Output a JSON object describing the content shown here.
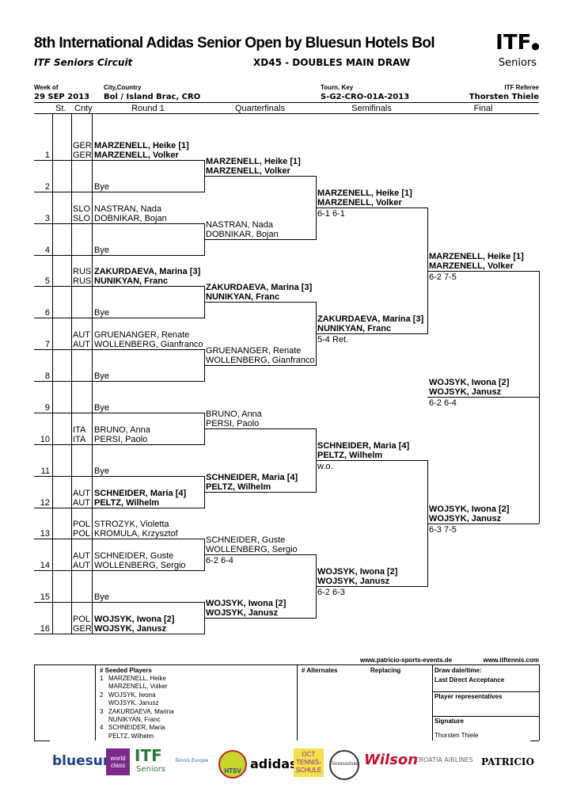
{
  "header": {
    "title": "8th International Adidas Senior Open by Bluesun Hotels Bol",
    "circuit": "ITF Seniors Circuit",
    "event": "XD45 - DOUBLES MAIN DRAW",
    "logo_text": "ITF Seniors"
  },
  "info": {
    "week_label": "Week of",
    "week": "29 SEP 2013",
    "city_label": "City,Country",
    "city": "Bol / Island Brac, CRO",
    "key_label": "Tourn. Key",
    "key": "S-G2-CRO-01A-2013",
    "referee_label": "ITF Referee",
    "referee": "Thorsten Thiele"
  },
  "columns": {
    "st": "St.",
    "cnty": "Cnty",
    "r1": "Round 1",
    "qf": "Quarterfinals",
    "sf": "Semifinals",
    "final": "Final"
  },
  "round1": [
    {
      "n": "1",
      "c1": "GER",
      "c2": "GER",
      "l1": "MARZENELL, Heike [1]",
      "l2": "MARZENELL, Volker",
      "bold": true
    },
    {
      "n": "2",
      "c1": "",
      "c2": "",
      "l1": "",
      "l2": "Bye",
      "bold": false
    },
    {
      "n": "3",
      "c1": "SLO",
      "c2": "SLO",
      "l1": "NASTRAN, Nada",
      "l2": "DOBNIKAR, Bojan",
      "bold": false
    },
    {
      "n": "4",
      "c1": "",
      "c2": "",
      "l1": "",
      "l2": "Bye",
      "bold": false
    },
    {
      "n": "5",
      "c1": "RUS",
      "c2": "RUS",
      "l1": "ZAKURDAEVA, Marina [3]",
      "l2": "NUNIKYAN, Franc",
      "bold": true
    },
    {
      "n": "6",
      "c1": "",
      "c2": "",
      "l1": "",
      "l2": "Bye",
      "bold": false
    },
    {
      "n": "7",
      "c1": "AUT",
      "c2": "AUT",
      "l1": "GRUENANGER, Renate",
      "l2": "WOLLENBERG, Gianfranco",
      "bold": false
    },
    {
      "n": "8",
      "c1": "",
      "c2": "",
      "l1": "",
      "l2": "Bye",
      "bold": false
    },
    {
      "n": "9",
      "c1": "",
      "c2": "",
      "l1": "",
      "l2": "Bye",
      "bold": false
    },
    {
      "n": "10",
      "c1": "ITA",
      "c2": "ITA",
      "l1": "BRUNO, Anna",
      "l2": "PERSI, Paolo",
      "bold": false
    },
    {
      "n": "11",
      "c1": "",
      "c2": "",
      "l1": "",
      "l2": "Bye",
      "bold": false
    },
    {
      "n": "12",
      "c1": "AUT",
      "c2": "AUT",
      "l1": "SCHNEIDER, Maria [4]",
      "l2": "PELTZ, Wilhelm",
      "bold": true
    },
    {
      "n": "13",
      "c1": "POL",
      "c2": "POL",
      "l1": "STROZYK, Violetta",
      "l2": "KROMULA, Krzysztof",
      "bold": false
    },
    {
      "n": "14",
      "c1": "AUT",
      "c2": "AUT",
      "l1": "SCHNEIDER, Guste",
      "l2": "WOLLENBERG, Sergio",
      "bold": false
    },
    {
      "n": "15",
      "c1": "",
      "c2": "",
      "l1": "",
      "l2": "Bye",
      "bold": false
    },
    {
      "n": "16",
      "c1": "POL",
      "c2": "GER",
      "l1": "WOJSYK, Iwona [2]",
      "l2": "WOJSYK, Janusz",
      "bold": true
    }
  ],
  "rounds": [
    [
      {
        "l1": "MARZENELL, Heike [1]",
        "l2": "MARZENELL, Volker",
        "bold": true,
        "score": ""
      },
      {
        "l1": "NASTRAN, Nada",
        "l2": "DOBNIKAR, Bojan",
        "bold": false,
        "score": ""
      },
      {
        "l1": "ZAKURDAEVA, Marina [3]",
        "l2": "NUNIKYAN, Franc",
        "bold": true,
        "score": ""
      },
      {
        "l1": "GRUENANGER, Renate",
        "l2": "WOLLENBERG, Gianfranco",
        "bold": false,
        "score": ""
      },
      {
        "l1": "BRUNO, Anna",
        "l2": "PERSI, Paolo",
        "bold": false,
        "score": ""
      },
      {
        "l1": "SCHNEIDER, Maria [4]",
        "l2": "PELTZ, Wilhelm",
        "bold": true,
        "score": ""
      },
      {
        "l1": "SCHNEIDER, Guste",
        "l2": "WOLLENBERG, Sergio",
        "bold": false,
        "score": "6-2 6-4"
      },
      {
        "l1": "WOJSYK, Iwona [2]",
        "l2": "WOJSYK, Janusz",
        "bold": true,
        "score": ""
      }
    ],
    [
      {
        "l1": "MARZENELL, Heike [1]",
        "l2": "MARZENELL, Volker",
        "bold": true,
        "score": "6-1 6-1"
      },
      {
        "l1": "ZAKURDAEVA, Marina [3]",
        "l2": "NUNIKYAN, Franc",
        "bold": true,
        "score": "5-4 Ret."
      },
      {
        "l1": "SCHNEIDER, Maria [4]",
        "l2": "PELTZ, Wilhelm",
        "bold": true,
        "score": "w.o."
      },
      {
        "l1": "WOJSYK, Iwona [2]",
        "l2": "WOJSYK, Janusz",
        "bold": true,
        "score": "6-2 6-3"
      }
    ],
    [
      {
        "l1": "MARZENELL, Heike [1]",
        "l2": "MARZENELL, Volker",
        "bold": true,
        "score": "6-2 7-5"
      },
      {
        "l1": "WOJSYK, Iwona [2]",
        "l2": "WOJSYK, Janusz",
        "bold": true,
        "score": "6-3 7-5"
      }
    ],
    [
      {
        "l1": "WOJSYK, Iwona [2]",
        "l2": "WOJSYK, Janusz",
        "bold": true,
        "score": "6-2 6-4"
      }
    ]
  ],
  "footer": {
    "url1": "www.patricio-sports-events.de",
    "url2": "www.itftennis.com",
    "seeded_hdr": "#  Seeded Players",
    "seeded": [
      {
        "n": "1",
        "p": "MARZENELL, Heike"
      },
      {
        "n": "",
        "p": "MARZENELL, Volker"
      },
      {
        "n": "2",
        "p": "WOJSYK, Iwona"
      },
      {
        "n": "",
        "p": "WOJSYK, Janusz"
      },
      {
        "n": "3",
        "p": "ZAKURDAEVA, Marina"
      },
      {
        "n": "",
        "p": "NUNIKYAN, Franc"
      },
      {
        "n": "4",
        "p": "SCHNEIDER, Maria"
      },
      {
        "n": "",
        "p": "PELTZ, Wilhelm"
      }
    ],
    "alternates": "# Alternates",
    "replacing": "Replacing",
    "draw_date": "Draw date/time:",
    "lda": "Last Direct Acceptance",
    "reps": "Player representatives",
    "signature": "Signature",
    "signer": "Thorsten Thiele"
  },
  "sponsors": [
    "bluesun",
    "world class",
    "ITF Seniors",
    "Tennis Europe",
    "HTSV",
    "adidas",
    "OCT TENNIS-SCHULE",
    "Tennisschule",
    "Wilson",
    "CROATIA AIRLINES",
    "PATRICIO"
  ]
}
